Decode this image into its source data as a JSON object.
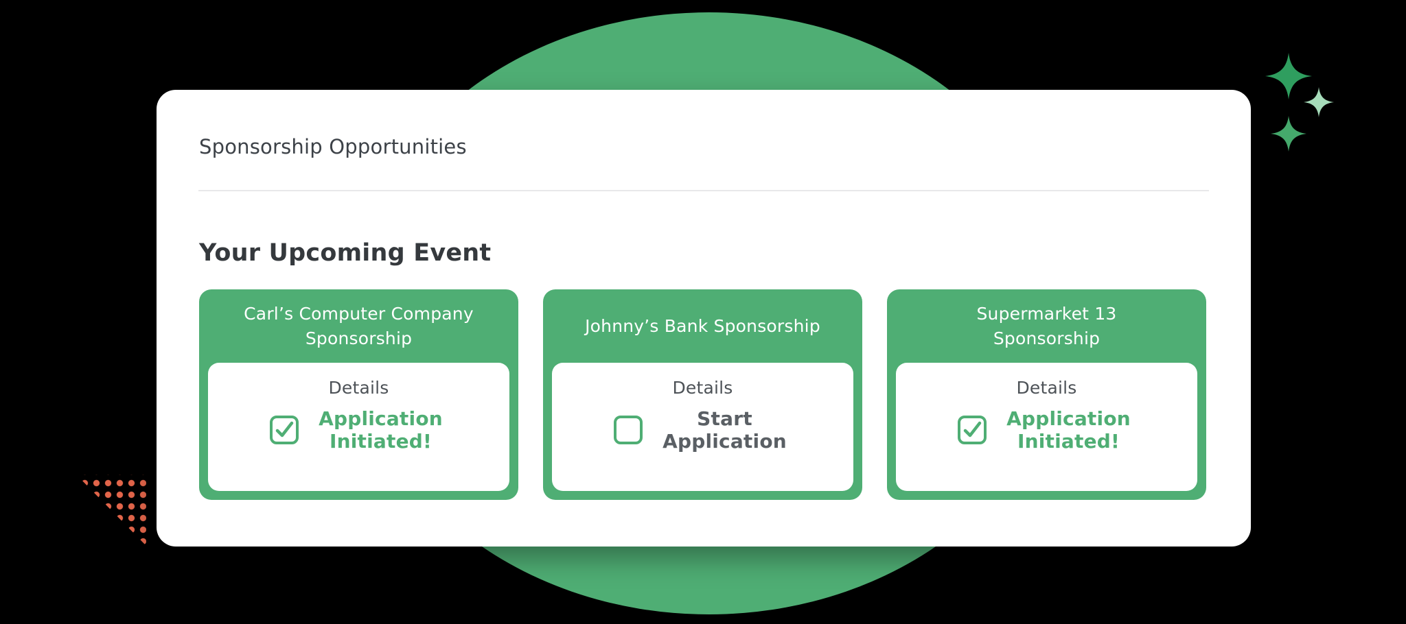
{
  "panel": {
    "title": "Sponsorship Opportunities",
    "section_heading": "Your Upcoming Event"
  },
  "cards": [
    {
      "title": "Carl’s Computer Company Sponsorship",
      "details_label": "Details",
      "status": "Application Initiated!",
      "state": "initiated",
      "checkbox": "checked"
    },
    {
      "title": "Johnny’s Bank Sponsorship",
      "details_label": "Details",
      "status": "Start Application",
      "state": "start",
      "checkbox": "unchecked"
    },
    {
      "title": "Supermarket 13 Sponsorship",
      "details_label": "Details",
      "status": "Application Initiated!",
      "state": "initiated",
      "checkbox": "checked"
    }
  ],
  "icons": {
    "checked_checkbox": "checkbox-checked-icon",
    "unchecked_checkbox": "checkbox-unchecked-icon",
    "sparkles": "sparkle-icon",
    "dots": "dots-triangle-pattern"
  },
  "colors": {
    "accent_green": "#4FAE74",
    "mint_green": "#A6DCBA",
    "dark_green": "#2F9E5F",
    "coral": "#E2654A",
    "heading_text": "#35393d",
    "body_text": "#4d5257",
    "status_gray": "#5a5f64",
    "background": "#000000",
    "panel_background": "#ffffff"
  }
}
